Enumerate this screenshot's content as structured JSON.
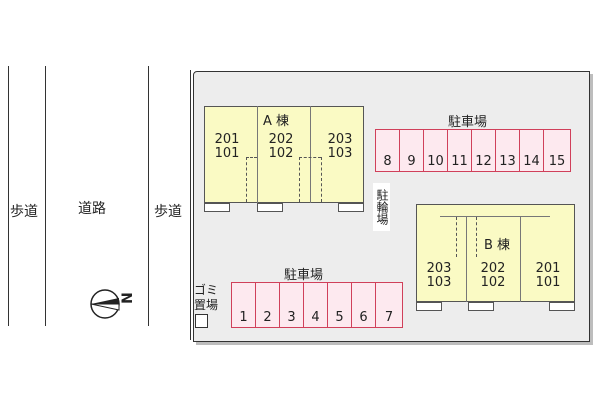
{
  "labels": {
    "sidewalk_left": "歩道",
    "road": "道路",
    "sidewalk_right": "歩道",
    "building_a": "A 棟",
    "building_b": "B 棟",
    "parking_top": "駐車場",
    "parking_bottom": "駐車場",
    "bike_parking": "駐輪場",
    "garbage": "ゴミ置場",
    "compass_letter": "N"
  },
  "building_a_units": [
    {
      "upper": "201",
      "lower": "101"
    },
    {
      "upper": "202",
      "lower": "102"
    },
    {
      "upper": "203",
      "lower": "103"
    }
  ],
  "building_b_units": [
    {
      "upper": "203",
      "lower": "103"
    },
    {
      "upper": "202",
      "lower": "102"
    },
    {
      "upper": "201",
      "lower": "101"
    }
  ],
  "parking_top_slots": [
    "8",
    "9",
    "10",
    "11",
    "12",
    "13",
    "14",
    "15"
  ],
  "parking_bottom_slots": [
    "1",
    "2",
    "3",
    "4",
    "5",
    "6",
    "7"
  ],
  "colors": {
    "building_fill": "#fafac4",
    "parking_fill": "#fde9ef",
    "parking_border": "#d0405a",
    "lot_fill": "#ededed"
  }
}
